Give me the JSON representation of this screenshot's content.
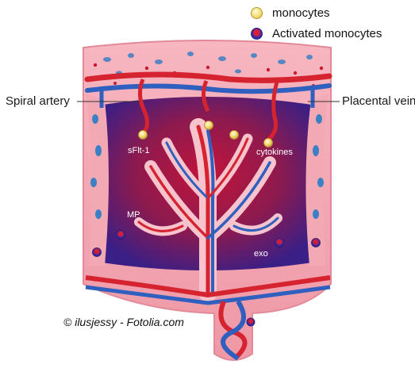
{
  "legend": {
    "monocytes": "monocytes",
    "activated": "Activated monocytes"
  },
  "labels": {
    "spiral_artery": "Spiral artery",
    "placental_vein": "Placental vein",
    "sflt1": "sFlt-1",
    "cytokines": "cytokines",
    "mp": "MP",
    "exo": "exo"
  },
  "credit": "© ilusjessy - Fotolia.com",
  "colors": {
    "tissue": "#f4a7b1",
    "intervillous": "#b1173a",
    "deep": "#3a1f7a",
    "artery": "#d5232f",
    "vein": "#2f5fbf",
    "cell_blue": "#3b7fc4",
    "monocyte": "#f3dc6e"
  }
}
